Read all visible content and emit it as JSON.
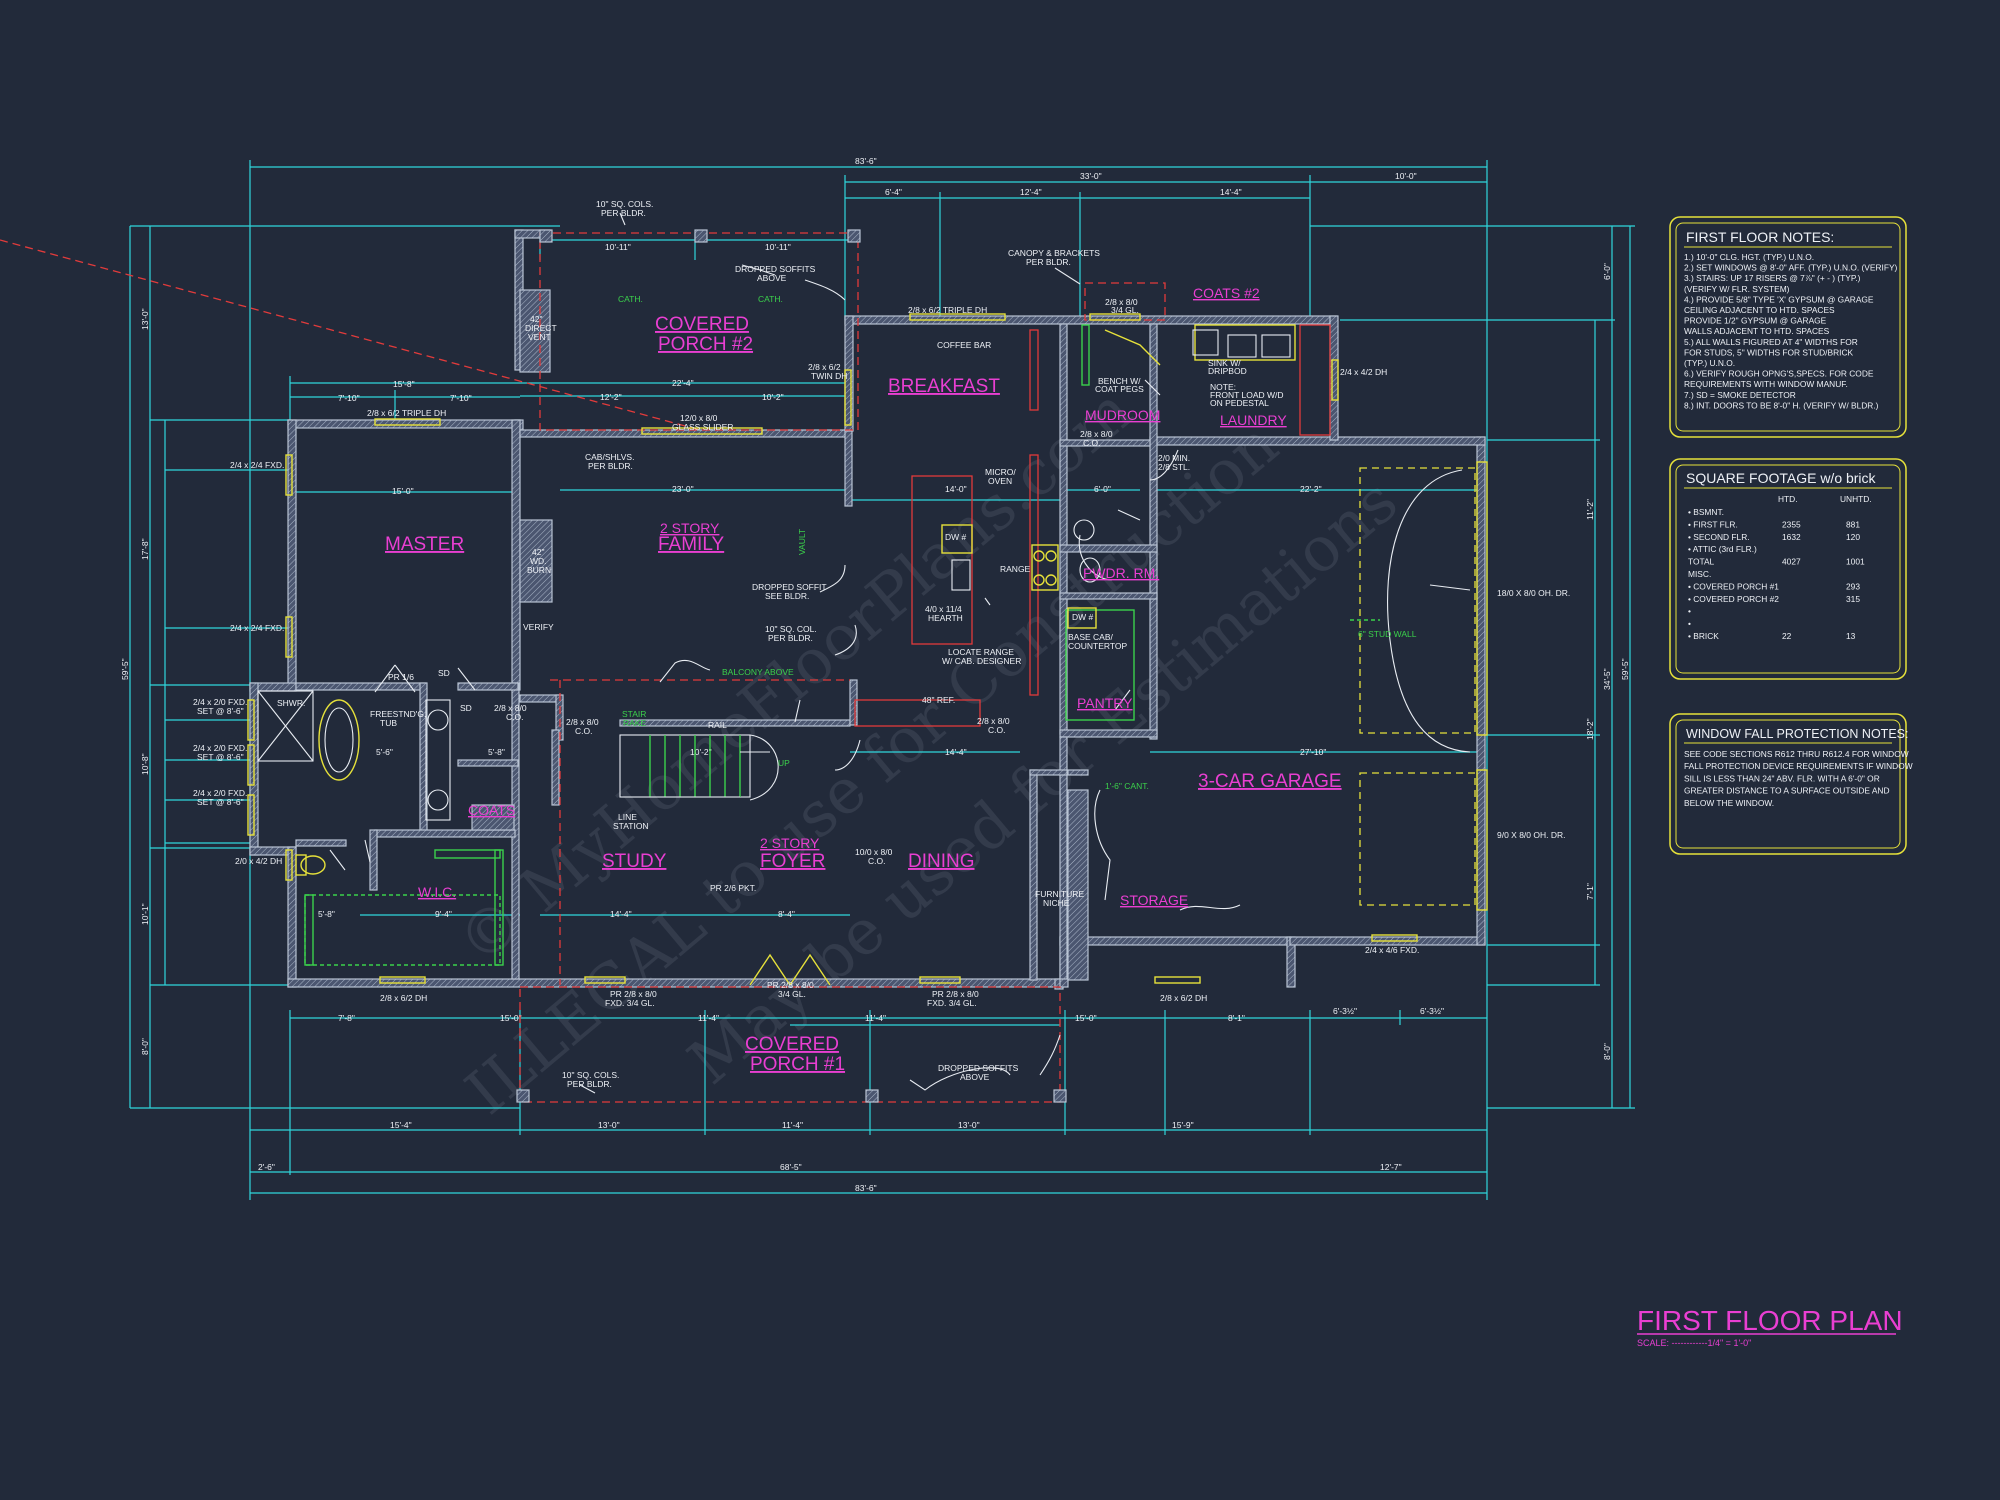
{
  "watermark": {
    "line1": "© MyHomeFloorPlans.com",
    "line2": "ILLEGAL to use for Construction",
    "line3": "May be used for Estimations"
  },
  "title": {
    "main": "FIRST FLOOR PLAN",
    "scale": "SCALE: ------------1/4\" = 1'-0\""
  },
  "notes": {
    "first_floor": {
      "title": "FIRST FLOOR NOTES:",
      "lines": [
        "1.) 10'-0\" CLG. HGT. (TYP.) U.N.O.",
        "2.) SET WINDOWS @ 8'-0\" AFF. (TYP.) U.N.O. (VERIFY)",
        "3.) STAIRS: UP 17 RISERS @ 7⅞\" (+ - ) (TYP.)",
        "    (VERIFY W/ FLR. SYSTEM)",
        "4.) PROVIDE 5/8\" TYPE 'X' GYPSUM @ GARAGE",
        "    CEILING ADJACENT TO HTD. SPACES",
        "    PROVIDE 1/2\" GYPSUM @ GARAGE",
        "    WALLS ADJACENT TO HTD. SPACES",
        "5.) ALL WALLS FIGURED AT 4\" WIDTHS FOR",
        "    FOR STUDS, 5\" WIDTHS FOR STUD/BRICK",
        "    (TYP.) U.N.O.",
        "6.) VERIFY ROUGH OPNG'S,SPECS. FOR CODE",
        "    REQUIREMENTS WITH WINDOW MANUF.",
        "7.) SD = SMOKE DETECTOR",
        "8.) INT. DOORS TO BE 8'-0\" H. (VERIFY W/ BLDR.)"
      ]
    },
    "square_footage": {
      "title": "SQUARE FOOTAGE  w/o brick",
      "col_htd": "HTD.",
      "col_unhtd": "UNHTD.",
      "rows": [
        {
          "label": "• BSMNT.",
          "htd": "",
          "unhtd": ""
        },
        {
          "label": "• FIRST FLR.",
          "htd": "2355",
          "unhtd": "881"
        },
        {
          "label": "• SECOND FLR.",
          "htd": "1632",
          "unhtd": "120"
        },
        {
          "label": "• ATTIC (3rd FLR.)",
          "htd": "",
          "unhtd": ""
        },
        {
          "label": "TOTAL",
          "htd": "4027",
          "unhtd": "1001"
        },
        {
          "label": "MISC.",
          "htd": "",
          "unhtd": ""
        },
        {
          "label": "• COVERED PORCH #1",
          "htd": "",
          "unhtd": "293"
        },
        {
          "label": "• COVERED PORCH #2",
          "htd": "",
          "unhtd": "315"
        },
        {
          "label": "•",
          "htd": "",
          "unhtd": ""
        },
        {
          "label": "•",
          "htd": "",
          "unhtd": ""
        },
        {
          "label": "• BRICK",
          "htd": "22",
          "unhtd": "13"
        }
      ]
    },
    "window_fall": {
      "title": "WINDOW FALL PROTECTION NOTES:",
      "lines": [
        "SEE CODE SECTIONS R612 THRU R612.4 FOR WINDOW",
        "FALL PROTECTION DEVICE REQUIREMENTS IF WINDOW",
        "SILL IS LESS THAN 24\" ABV. FLR. WITH A 6'-0\" OR",
        "GREATER DISTANCE TO A SURFACE OUTSIDE AND",
        "BELOW THE WINDOW."
      ]
    }
  },
  "rooms": {
    "porch2": [
      "COVERED",
      "PORCH #2"
    ],
    "breakfast": "BREAKFAST",
    "mudroom": "MUDROOM",
    "laundry": "LAUNDRY",
    "coats2": "COATS #2",
    "master": "MASTER",
    "family": [
      "2 STORY",
      "FAMILY"
    ],
    "pwdr": "PWDR. RM.",
    "pantry": "PANTRY",
    "garage": "3-CAR GARAGE",
    "coats": "COATS",
    "wic": "W.I.C.",
    "study": "STUDY",
    "foyer": [
      "2 STORY",
      "FOYER"
    ],
    "dining": "DINING",
    "storage": "STORAGE",
    "porch1": [
      "COVERED",
      "PORCH #1"
    ]
  },
  "labels": {
    "cols_top": [
      "10\" SQ. COLS.",
      "PER BLDR."
    ],
    "soffits_top": [
      "DROPPED SOFFITS",
      "ABOVE"
    ],
    "cath1": "CATH.",
    "cath2": "CATH.",
    "twin_dh": [
      "2/8 x 6/2",
      "TWIN DH"
    ],
    "glass_slider": [
      "12/0 x 8/0",
      "GLASS SLIDER"
    ],
    "triple_dh_bk": "2/8 x 6/2 TRIPLE DH",
    "triple_dh_master": "2/8 x 6/2 TRIPLE DH",
    "coffee_bar": "COFFEE BAR",
    "canopy": [
      "CANOPY & BRACKETS",
      "PER BLDR."
    ],
    "door_34gl": [
      "2/8 x 8/0",
      "3/4 GL."
    ],
    "bench": [
      "BENCH W/",
      "COAT PEGS"
    ],
    "sink": [
      "SINK W/",
      "DRIPBOD"
    ],
    "laundry_note": [
      "NOTE:",
      "FRONT LOAD W/D",
      "ON PEDESTAL"
    ],
    "fxd_42": "2/4 x 4/2 DH",
    "direct_vent": [
      "42\"",
      "DIRECT",
      "VENT"
    ],
    "cab_shlvs": [
      "CAB/SHLVS.",
      "PER BLDR."
    ],
    "micro": [
      "MICRO/",
      "OVEN"
    ],
    "co_mud": [
      "2/8 x 8/0",
      "C.O."
    ],
    "min_stl": [
      "2/0 MIN.",
      "2/8 STL."
    ],
    "fxd_master1": "2/4 x 2/4 FXD.",
    "fxd_master2": "2/4 x 2/4 FXD.",
    "vault": "VAULT",
    "wood_burn": [
      "42\"",
      "WD.",
      "BURN"
    ],
    "verify": "VERIFY",
    "dropped_soffit_fam": [
      "DROPPED SOFFIT",
      "SEE BLDR."
    ],
    "col_fam": [
      "10\" SQ. COL.",
      "PER BLDR."
    ],
    "hearth": [
      "4/0 x 11/4",
      "HEARTH"
    ],
    "dw1": "DW #",
    "range": "RANGE",
    "locate_range": [
      "LOCATE RANGE",
      "W/ CAB. DESIGNER"
    ],
    "base_cab": [
      "BASE CAB/",
      "COUNTERTOP"
    ],
    "dw2": "DW #",
    "balcony": "BALCONY ABOVE",
    "ref": "48\" REF.",
    "co_dining": [
      "2/8 x 8/0",
      "C.O."
    ],
    "stair_rail": "RAIL",
    "stair_down": [
      "STAIR",
      "RAKE"
    ],
    "up": "UP",
    "shwr": "SHWR.",
    "tub": [
      "FREESTND'G.",
      "TUB"
    ],
    "pr16": "PR 1/6",
    "sd1": "SD",
    "sd2": "SD",
    "co_hall": [
      "2/8 x 8/0",
      "C.O."
    ],
    "co_study": [
      "2/8 x 8/0",
      "C.O."
    ],
    "line_station": [
      "LINE",
      "STATION"
    ],
    "pr_pkt": "PR 2/6 PKT.",
    "co_dining2": [
      "10/0 x 8/0",
      "C.O."
    ],
    "bath_fxd1": [
      "2/4 x 2/0 FXD.",
      "SET @ 8'-6\""
    ],
    "bath_fxd2": [
      "2/4 x 2/0 FXD.",
      "SET @ 8'-6\""
    ],
    "bath_fxd3": [
      "2/4 x 2/0 FXD.",
      "SET @ 8'-6\""
    ],
    "bath_dh": "2/0 x 4/2 DH",
    "cant": "1'-6\" CANT.",
    "stud_wall": "6\" STUD WALL",
    "oh_dr1": "18/0 X 8/0 OH. DR.",
    "oh_dr2": "9/0 X 8/0 OH. DR.",
    "furniture": [
      "FURNITURE",
      "NICHE"
    ],
    "fxd_garage": "2/4 x 4/6 FXD.",
    "dh_bot1": "2/8 x 6/2 DH",
    "dh_bot2": "2/8 x 6/2 DH",
    "fxd_bot1": [
      "PR 2/8 x 8/0",
      "FXD. 3/4 GL."
    ],
    "fxd_bot2": [
      "PR 2/8 x 8/0",
      "FXD. 3/4 GL."
    ],
    "front_door": [
      "PR 2/8 x 8/0",
      "3/4 GL."
    ],
    "cols_bot": [
      "10\" SQ. COLS.",
      "PER BLDR."
    ],
    "soffits_bot": [
      "DROPPED SOFFITS",
      "ABOVE"
    ]
  },
  "dimensions": {
    "overall_top": "83'-6\"",
    "top_33": "33'-0\"",
    "top_10": "10'-0\"",
    "top_6_4": "6'-4\"",
    "top_12_4": "12'-4\"",
    "top_14_4": "14'-4\"",
    "porch_10_11a": "10'-11\"",
    "porch_10_11b": "10'-11\"",
    "porch_22_4": "22'-4\"",
    "porch_12_2": "12'-2\"",
    "porch_10_2": "10'-2\"",
    "m_15_8": "15'-8\"",
    "m_7_10a": "7'-10\"",
    "m_7_10b": "7'-10\"",
    "m_15_0": "15'-0\"",
    "fam_23": "23'-0\"",
    "bk_14": "14'-0\"",
    "mud_6": "6'-0\"",
    "gar_22_2": "22'-2\"",
    "stair_10_2": "10'-2\"",
    "hall_5_8": "5'-8\"",
    "hall_5_6": "5'-6\"",
    "din_14_4": "14'-4\"",
    "gar_27_10": "27'-10\"",
    "wic_9_4": "9'-4\"",
    "wic_5_8": "5'-8\"",
    "st_14_4": "14'-4\"",
    "fy_8_4": "8'-4\"",
    "b_7_8": "7'-8\"",
    "b_15_0": "15'-0\"",
    "b_11_4a": "11'-4\"",
    "b_11_4b": "11'-4\"",
    "b_15_0b": "15'-0\"",
    "b_8_1": "8'-1\"",
    "b_6_3a": "6'-3½\"",
    "b_6_3b": "6'-3½\"",
    "bb_15_4": "15'-4\"",
    "bb_13_0": "13'-0\"",
    "bb_11_4": "11'-4\"",
    "bb_13_0b": "13'-0\"",
    "bb_15_9": "15'-9\"",
    "bb_2_6": "2'-6\"",
    "bb_68_5": "68'-5\"",
    "bb_12_7": "12'-7\"",
    "overall_bot": "83'-6\"",
    "left_overall": "59'-5\"",
    "left_13": "13'-0\"",
    "left_17_8": "17'-8\"",
    "left_10_8": "10'-8\"",
    "left_10_1": "10'-1\"",
    "left_8_0": "8'-0\"",
    "right_overall": "59'-5\"",
    "right_34_5": "34'-5\"",
    "right_6_0": "6'-0\"",
    "right_8_0": "8'-0\"",
    "right_18_2": "18'-2\"",
    "right_11_2": "11'-2\"",
    "right_7_1": "7'-1\""
  }
}
